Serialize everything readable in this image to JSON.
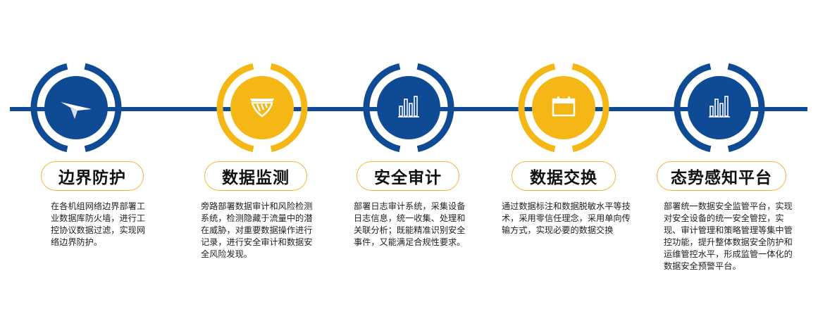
{
  "colors": {
    "navy": "#0f4a94",
    "gold": "#f5b716",
    "pill_border": "#f3b73b"
  },
  "stages": [
    {
      "title": "边界防护",
      "theme": "navy",
      "icon": "paper-plane-icon",
      "desc": "在各机组网络边界部署工业数据库防火墙，进行工控协议数据过滤，实现网络边界防护。"
    },
    {
      "title": "数据监测",
      "theme": "gold",
      "icon": "shield-stripes-icon",
      "desc": "旁路部署数据审计和风险检测系统，检测隐藏于流量中的潜在威胁，对重要数据操作进行记录，进行安全审计和数据安全风险发现。"
    },
    {
      "title": "安全审计",
      "theme": "navy",
      "icon": "bar-chart-icon",
      "desc": "部署日志审计系统，采集设备日志信息，统一收集、处理和关联分析；既能精准识别安全事件，又能满足合规性要求。"
    },
    {
      "title": "数据交换",
      "theme": "gold",
      "icon": "calendar-icon",
      "desc": "通过数据标注和数据脱敏水平等技术，采用零信任理念，采用单向传输方式，实现必要的数据交换"
    },
    {
      "title": "态势感知平台",
      "theme": "navy",
      "icon": "bar-chart-icon",
      "desc": "部署统一数据安全监管平台，实现对安全设备的统一安全管控，实现、审计管理和策略管理等集中管控功能，提升整体数据安全防护和运维管控水平，形成监管一体化的数据安全预警平台。"
    }
  ]
}
